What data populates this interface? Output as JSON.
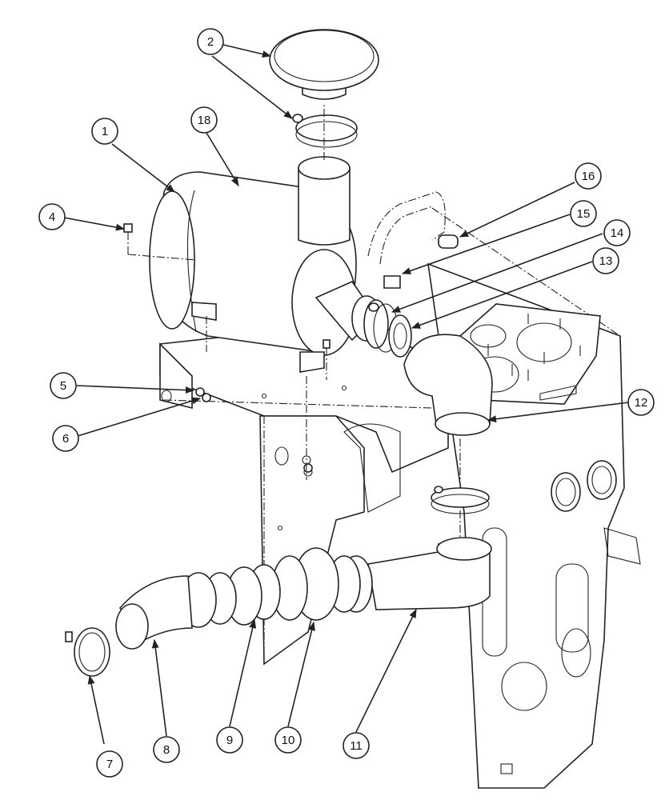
{
  "diagram": {
    "callouts": [
      {
        "id": "c1",
        "label": "1"
      },
      {
        "id": "c2",
        "label": "2"
      },
      {
        "id": "c4",
        "label": "4"
      },
      {
        "id": "c5",
        "label": "5"
      },
      {
        "id": "c6",
        "label": "6"
      },
      {
        "id": "c7",
        "label": "7"
      },
      {
        "id": "c8",
        "label": "8"
      },
      {
        "id": "c9",
        "label": "9"
      },
      {
        "id": "c10",
        "label": "10"
      },
      {
        "id": "c11",
        "label": "11"
      },
      {
        "id": "c12",
        "label": "12"
      },
      {
        "id": "c13",
        "label": "13"
      },
      {
        "id": "c14",
        "label": "14"
      },
      {
        "id": "c15",
        "label": "15"
      },
      {
        "id": "c16",
        "label": "16"
      },
      {
        "id": "c18",
        "label": "18"
      }
    ]
  }
}
